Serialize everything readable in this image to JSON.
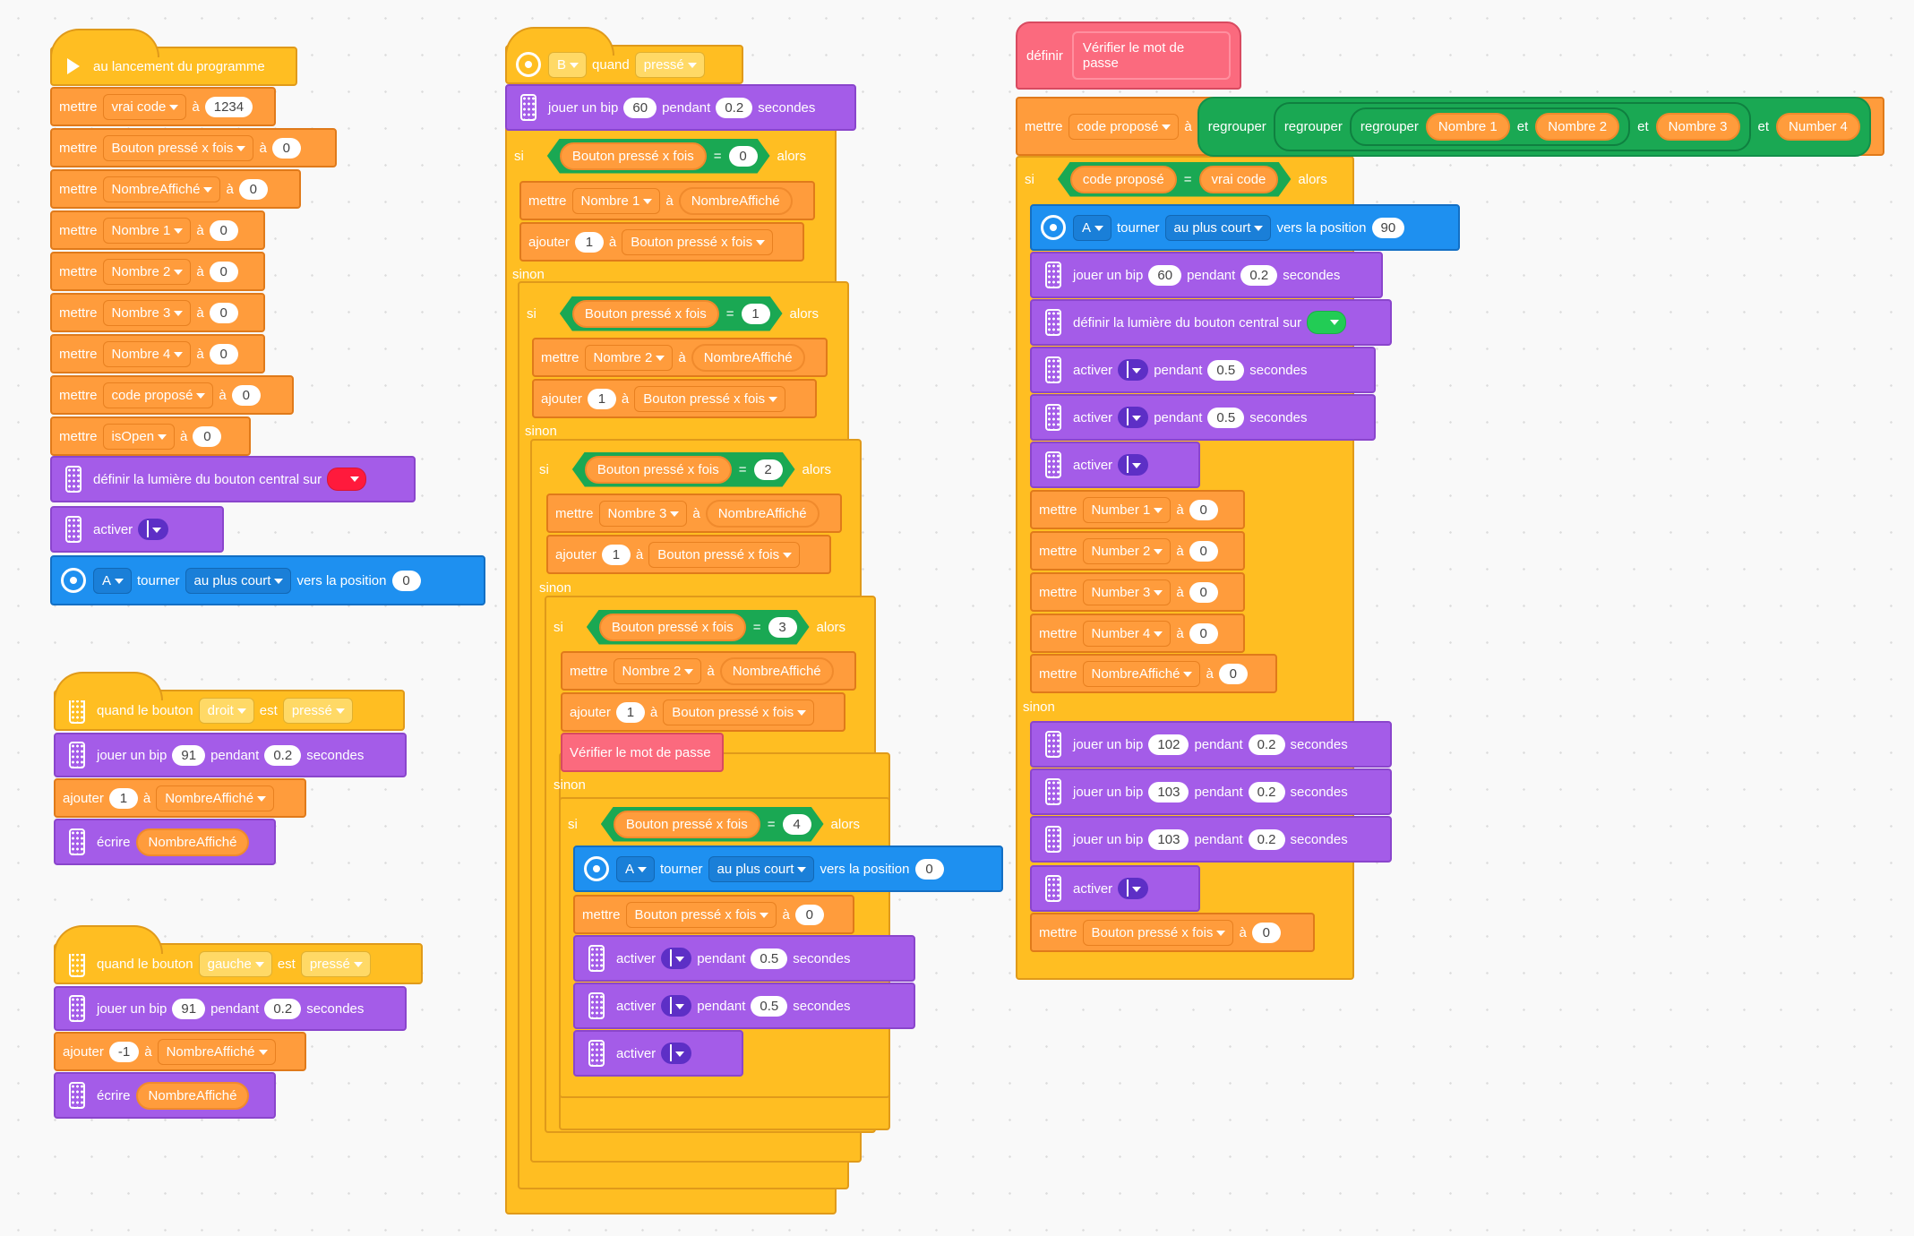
{
  "colors": {
    "event": "#ffbe22",
    "variable": "#ff9c3c",
    "light": "#a45ce8",
    "motor": "#1e90f0",
    "operator": "#1aa853",
    "procedure": "#fb6a7e",
    "red_swatch": "#ff1a3c",
    "green_swatch": "#22cc55"
  },
  "kw": {
    "mettre": "mettre",
    "a": "à",
    "ajouter": "ajouter",
    "si": "si",
    "alors": "alors",
    "sinon": "sinon",
    "eq": "=",
    "tourner": "tourner",
    "vers_pos": "vers la position",
    "jouer_bip": "jouer un bip",
    "pendant": "pendant",
    "secondes": "secondes",
    "activer": "activer",
    "ecrire": "écrire",
    "definir_lumiere": "définir la lumière du bouton central sur",
    "quand": "quand",
    "quand_bouton": "quand le bouton",
    "est": "est",
    "definir": "définir",
    "regrouper": "regrouper",
    "et": "et"
  },
  "script1": {
    "hat": "au lancement du programme",
    "vrai_code": "vrai code",
    "v1234": "1234",
    "bouton_x": "Bouton pressé x fois",
    "nombre_affiche": "NombreAffiché",
    "n1": "Nombre 1",
    "n2": "Nombre 2",
    "n3": "Nombre 3",
    "n4": "Nombre 4",
    "code_propose": "code proposé",
    "isopen": "isOpen",
    "zero": "0",
    "motor_port": "A",
    "au_plus_court": "au plus court"
  },
  "script2": {
    "btn": "droit",
    "state": "pressé",
    "bip": "91",
    "dur": "0.2",
    "add": "1",
    "var": "NombreAffiché"
  },
  "script3": {
    "btn": "gauche",
    "state": "pressé",
    "bip": "91",
    "dur": "0.2",
    "add": "-1",
    "var": "NombreAffiché"
  },
  "script4": {
    "port": "B",
    "state": "pressé",
    "bip": "60",
    "dur": "0.2",
    "v0": "0",
    "v1": "1",
    "v2": "2",
    "v3": "3",
    "v4": "4",
    "half": "0.5",
    "bouton_x": "Bouton pressé x fois",
    "nombre_affiche": "NombreAffiché",
    "n1": "Nombre 1",
    "n2": "Nombre 2",
    "n3": "Nombre 3",
    "call": "Vérifier le mot de passe",
    "motor_port": "A",
    "au_plus_court": "au plus court"
  },
  "script5": {
    "name": "Vérifier le mot de passe",
    "code_propose": "code proposé",
    "vrai_code": "vrai code",
    "n1": "Nombre 1",
    "n2": "Nombre 2",
    "n3": "Nombre 3",
    "n4": "Number 4",
    "num1": "Number 1",
    "num2": "Number 2",
    "num3": "Number 3",
    "num4": "Number 4",
    "nombre_affiche": "NombreAffiché",
    "bouton_x": "Bouton pressé x fois",
    "motor_port": "A",
    "au_plus_court": "au plus court",
    "pos90": "90",
    "b60": "60",
    "b102": "102",
    "b103": "103",
    "dur": "0.2",
    "half": "0.5",
    "zero": "0"
  }
}
